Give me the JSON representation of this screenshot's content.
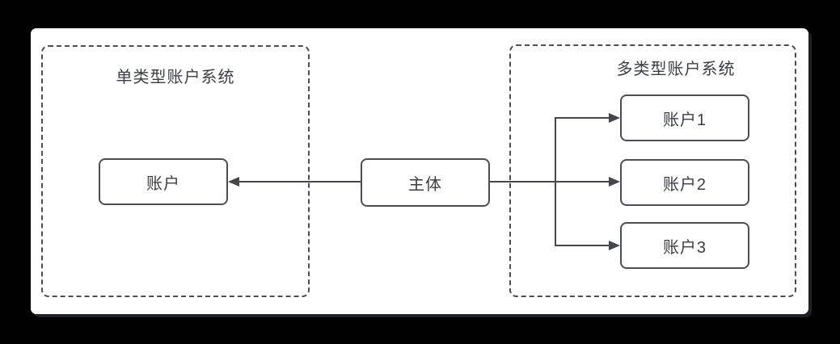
{
  "diagram": {
    "left_group": {
      "label": "单类型账户系统",
      "node": "账户"
    },
    "subject": {
      "label": "主体"
    },
    "right_group": {
      "label": "多类型账户系统",
      "nodes": [
        "账户1",
        "账户2",
        "账户3"
      ]
    },
    "edges": [
      {
        "from": "主体",
        "to": "账户"
      },
      {
        "from": "主体",
        "to": "账户1"
      },
      {
        "from": "主体",
        "to": "账户2"
      },
      {
        "from": "主体",
        "to": "账户3"
      }
    ],
    "colors": {
      "page_background": "#000000",
      "canvas_background": "#ffffff",
      "stroke": "#4b4e53",
      "line": "#43464b",
      "text": "#3b3e43"
    }
  }
}
